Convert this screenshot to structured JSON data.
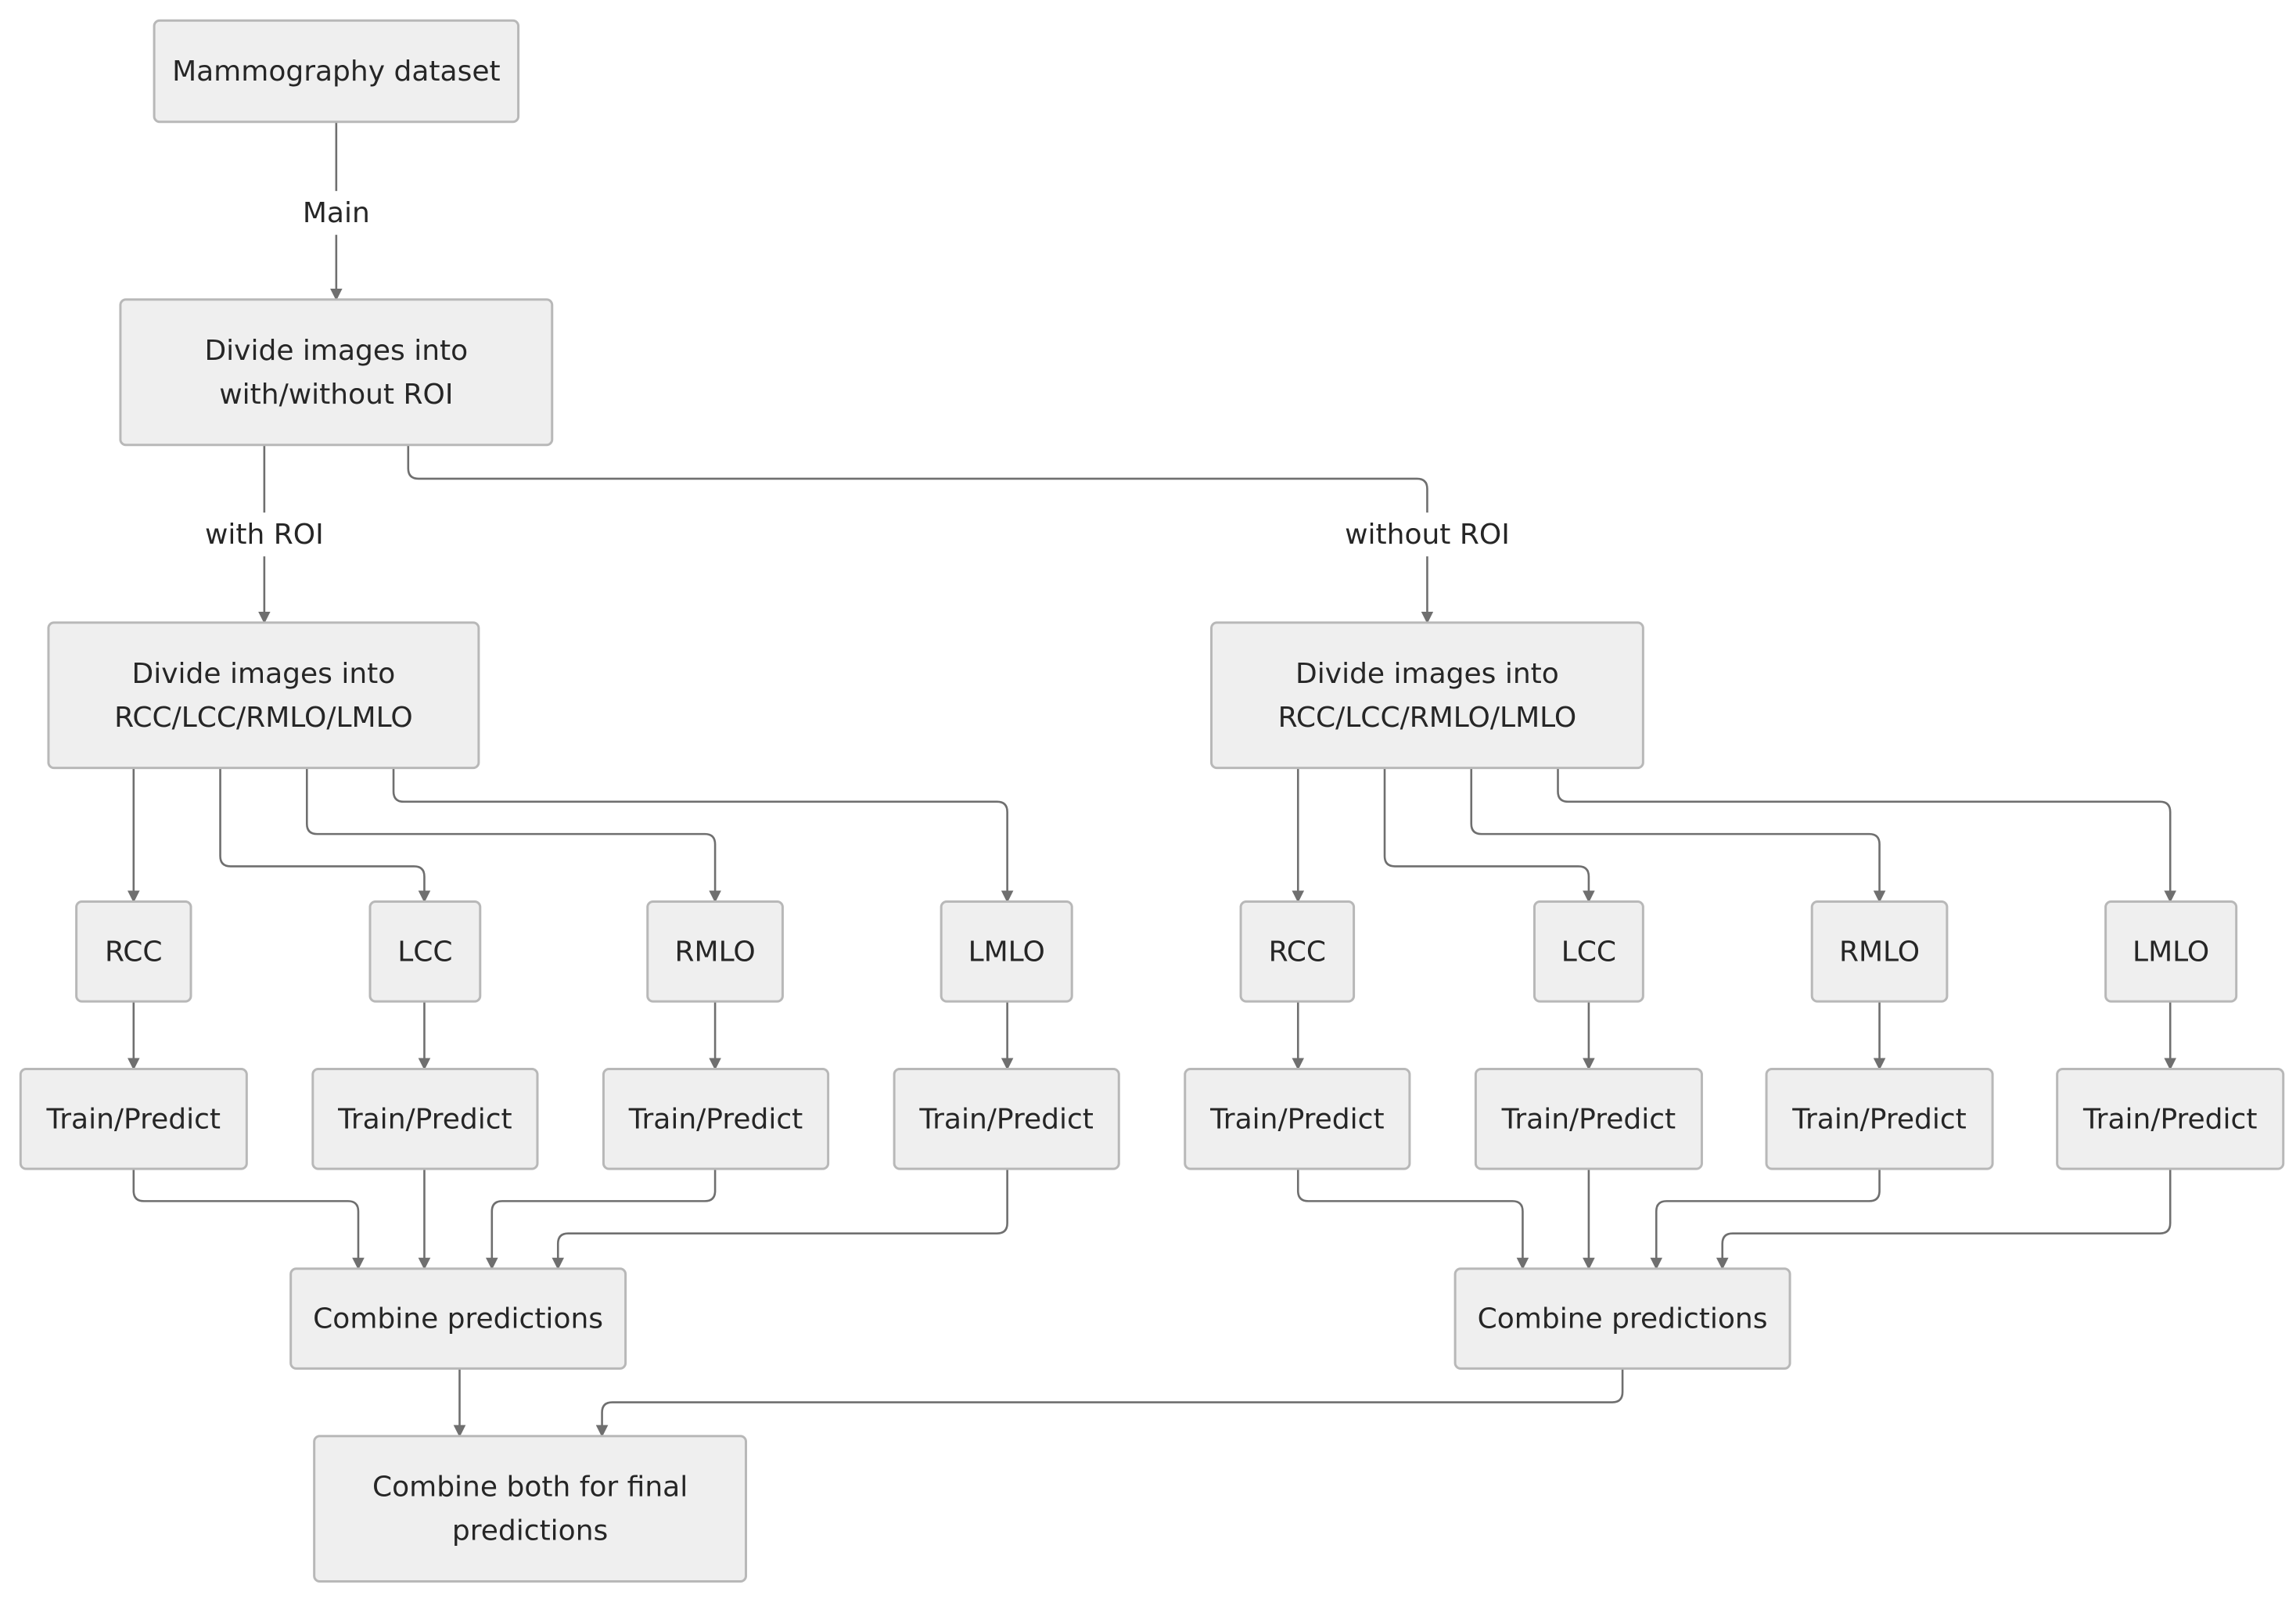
{
  "nodes": {
    "dataset": {
      "lines": [
        "Mammography dataset"
      ]
    },
    "divide_roi": {
      "lines": [
        "Divide images into",
        "with/without ROI"
      ]
    },
    "left_divide": {
      "lines": [
        "Divide images into",
        "RCC/LCC/RMLO/LMLO"
      ]
    },
    "right_divide": {
      "lines": [
        "Divide images into",
        "RCC/LCC/RMLO/LMLO"
      ]
    },
    "left_rcc": {
      "lines": [
        "RCC"
      ]
    },
    "left_lcc": {
      "lines": [
        "LCC"
      ]
    },
    "left_rmlo": {
      "lines": [
        "RMLO"
      ]
    },
    "left_lmlo": {
      "lines": [
        "LMLO"
      ]
    },
    "right_rcc": {
      "lines": [
        "RCC"
      ]
    },
    "right_lcc": {
      "lines": [
        "LCC"
      ]
    },
    "right_rmlo": {
      "lines": [
        "RMLO"
      ]
    },
    "right_lmlo": {
      "lines": [
        "LMLO"
      ]
    },
    "left_tp_rcc": {
      "lines": [
        "Train/Predict"
      ]
    },
    "left_tp_lcc": {
      "lines": [
        "Train/Predict"
      ]
    },
    "left_tp_rmlo": {
      "lines": [
        "Train/Predict"
      ]
    },
    "left_tp_lmlo": {
      "lines": [
        "Train/Predict"
      ]
    },
    "right_tp_rcc": {
      "lines": [
        "Train/Predict"
      ]
    },
    "right_tp_lcc": {
      "lines": [
        "Train/Predict"
      ]
    },
    "right_tp_rmlo": {
      "lines": [
        "Train/Predict"
      ]
    },
    "right_tp_lmlo": {
      "lines": [
        "Train/Predict"
      ]
    },
    "left_combine": {
      "lines": [
        "Combine predictions"
      ]
    },
    "right_combine": {
      "lines": [
        "Combine predictions"
      ]
    },
    "final": {
      "lines": [
        "Combine both for final",
        "predictions"
      ]
    }
  },
  "edges": [
    {
      "from": "dataset",
      "to": "divide_roi",
      "label": "Main"
    },
    {
      "from": "divide_roi",
      "to": "left_divide",
      "label": "with ROI"
    },
    {
      "from": "divide_roi",
      "to": "right_divide",
      "label": "without ROI"
    },
    {
      "from": "left_divide",
      "to": "left_rcc",
      "label": ""
    },
    {
      "from": "left_divide",
      "to": "left_lcc",
      "label": ""
    },
    {
      "from": "left_divide",
      "to": "left_rmlo",
      "label": ""
    },
    {
      "from": "left_divide",
      "to": "left_lmlo",
      "label": ""
    },
    {
      "from": "right_divide",
      "to": "right_rcc",
      "label": ""
    },
    {
      "from": "right_divide",
      "to": "right_lcc",
      "label": ""
    },
    {
      "from": "right_divide",
      "to": "right_rmlo",
      "label": ""
    },
    {
      "from": "right_divide",
      "to": "right_lmlo",
      "label": ""
    },
    {
      "from": "left_rcc",
      "to": "left_tp_rcc",
      "label": ""
    },
    {
      "from": "left_lcc",
      "to": "left_tp_lcc",
      "label": ""
    },
    {
      "from": "left_rmlo",
      "to": "left_tp_rmlo",
      "label": ""
    },
    {
      "from": "left_lmlo",
      "to": "left_tp_lmlo",
      "label": ""
    },
    {
      "from": "right_rcc",
      "to": "right_tp_rcc",
      "label": ""
    },
    {
      "from": "right_lcc",
      "to": "right_tp_lcc",
      "label": ""
    },
    {
      "from": "right_rmlo",
      "to": "right_tp_rmlo",
      "label": ""
    },
    {
      "from": "right_lmlo",
      "to": "right_tp_lmlo",
      "label": ""
    },
    {
      "from": "left_tp_rcc",
      "to": "left_combine",
      "label": ""
    },
    {
      "from": "left_tp_lcc",
      "to": "left_combine",
      "label": ""
    },
    {
      "from": "left_tp_rmlo",
      "to": "left_combine",
      "label": ""
    },
    {
      "from": "left_tp_lmlo",
      "to": "left_combine",
      "label": ""
    },
    {
      "from": "right_tp_rcc",
      "to": "right_combine",
      "label": ""
    },
    {
      "from": "right_tp_lcc",
      "to": "right_combine",
      "label": ""
    },
    {
      "from": "right_tp_rmlo",
      "to": "right_combine",
      "label": ""
    },
    {
      "from": "right_tp_lmlo",
      "to": "right_combine",
      "label": ""
    },
    {
      "from": "left_combine",
      "to": "final",
      "label": ""
    },
    {
      "from": "right_combine",
      "to": "final",
      "label": ""
    }
  ]
}
